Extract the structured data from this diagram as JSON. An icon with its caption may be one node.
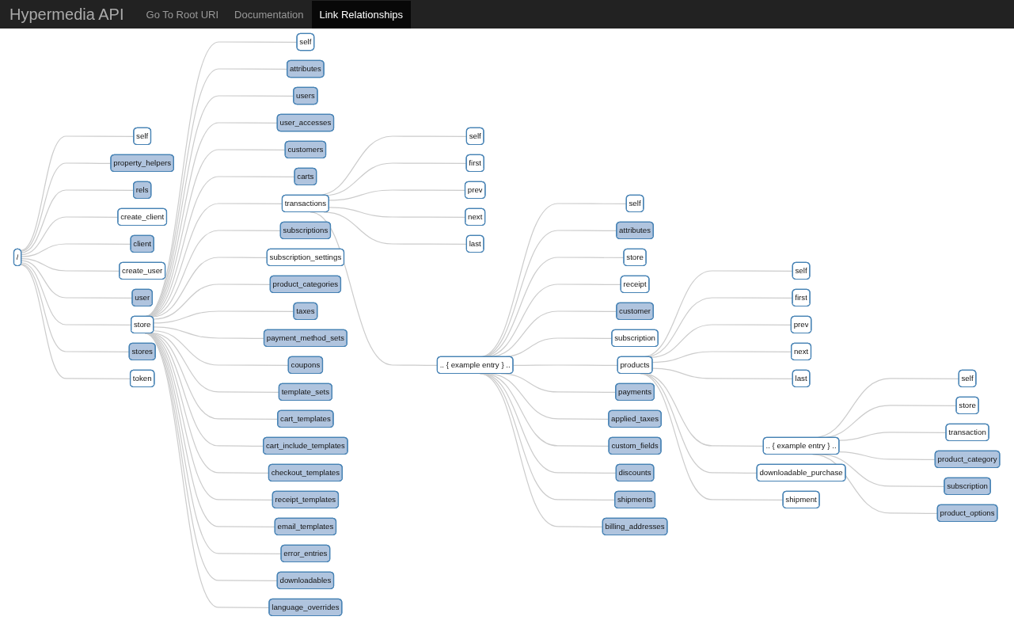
{
  "diagram": {
    "title": "Hypermedia API",
    "nodes": [
      {
        "text": [
          "/"
        ]
      },
      {
        "text": [
          "self"
        ]
      },
      {
        "text": [
          "property_helpers"
        ]
      },
      {
        "text": [
          "rels"
        ]
      },
      {
        "text": [
          "create_client"
        ]
      },
      {
        "text": [
          "client"
        ]
      },
      {
        "text": [
          "create_user"
        ]
      },
      {
        "text": [
          "user"
        ]
      },
      {
        "text": [
          "store"
        ]
      },
      {
        "text": [
          "stores"
        ]
      },
      {
        "text": [
          "token"
        ]
      },
      {
        "text": [
          "self"
        ]
      },
      {
        "text": [
          "attributes"
        ]
      },
      {
        "text": [
          "users"
        ]
      },
      {
        "text": [
          "user_accesses"
        ]
      },
      {
        "text": [
          "customers"
        ]
      },
      {
        "text": [
          "carts"
        ]
      },
      {
        "text": [
          "transactions"
        ]
      },
      {
        "text": [
          "subscriptions"
        ]
      },
      {
        "text": [
          "subscription_settings"
        ]
      },
      {
        "text": [
          "product_categories"
        ]
      },
      {
        "text": [
          "taxes"
        ]
      },
      {
        "text": [
          "payment_method_sets"
        ]
      },
      {
        "text": [
          "coupons"
        ]
      },
      {
        "text": [
          "template_sets"
        ]
      },
      {
        "text": [
          "cart_templates"
        ]
      },
      {
        "text": [
          "cart_include_templates"
        ]
      },
      {
        "text": [
          "checkout_templates"
        ]
      },
      {
        "text": [
          "receipt_templates"
        ]
      },
      {
        "text": [
          "email_templates"
        ]
      },
      {
        "text": [
          "error_entries"
        ]
      },
      {
        "text": [
          "downloadables"
        ]
      },
      {
        "text": [
          "language_overrides"
        ]
      },
      {
        "text": [
          "self"
        ]
      },
      {
        "text": [
          "first"
        ]
      },
      {
        "text": [
          "prev"
        ]
      },
      {
        "text": [
          "next"
        ]
      },
      {
        "text": [
          "last"
        ]
      },
      {
        "text": [
          ".. { example entry } .."
        ]
      },
      {
        "text": [
          "self"
        ]
      },
      {
        "text": [
          "attributes"
        ]
      },
      {
        "text": [
          "store"
        ]
      },
      {
        "text": [
          "receipt"
        ]
      },
      {
        "text": [
          "customer"
        ]
      },
      {
        "text": [
          "subscription"
        ]
      },
      {
        "text": [
          "products"
        ]
      },
      {
        "text": [
          "payments"
        ]
      },
      {
        "text": [
          "applied_taxes"
        ]
      },
      {
        "text": [
          "custom_fields"
        ]
      },
      {
        "text": [
          "discounts"
        ]
      },
      {
        "text": [
          "shipments"
        ]
      },
      {
        "text": [
          "billing_addresses"
        ]
      },
      {
        "text": [
          "self"
        ]
      },
      {
        "text": [
          "first"
        ]
      },
      {
        "text": [
          "prev"
        ]
      },
      {
        "text": [
          "next"
        ]
      },
      {
        "text": [
          "last"
        ]
      },
      {
        "text": [
          ".. { example entry } .."
        ]
      },
      {
        "text": [
          "downloadable_purchase"
        ]
      },
      {
        "text": [
          "shipment"
        ]
      },
      {
        "text": [
          "self"
        ]
      },
      {
        "text": [
          "store"
        ]
      },
      {
        "text": [
          "transaction"
        ]
      },
      {
        "text": [
          "product_category"
        ]
      },
      {
        "text": [
          "subscription"
        ]
      },
      {
        "text": [
          "product_options"
        ]
      }
    ],
    "edges": [
      {
        "from": 0,
        "to": 1,
        "arrow": "none"
      },
      {
        "from": 0,
        "to": 2,
        "arrow": "none"
      },
      {
        "from": 0,
        "to": 3,
        "arrow": "none"
      },
      {
        "from": 0,
        "to": 4,
        "arrow": "none"
      },
      {
        "from": 0,
        "to": 5,
        "arrow": "none"
      },
      {
        "from": 0,
        "to": 6,
        "arrow": "none"
      },
      {
        "from": 0,
        "to": 7,
        "arrow": "none"
      },
      {
        "from": 0,
        "to": 8,
        "arrow": "none"
      },
      {
        "from": 0,
        "to": 9,
        "arrow": "none"
      },
      {
        "from": 0,
        "to": 10,
        "arrow": "none"
      },
      {
        "from": 8,
        "to": 11,
        "arrow": "none"
      },
      {
        "from": 8,
        "to": 12,
        "arrow": "none"
      },
      {
        "from": 8,
        "to": 13,
        "arrow": "none"
      },
      {
        "from": 8,
        "to": 14,
        "arrow": "none"
      },
      {
        "from": 8,
        "to": 15,
        "arrow": "none"
      },
      {
        "from": 8,
        "to": 16,
        "arrow": "none"
      },
      {
        "from": 8,
        "to": 17,
        "arrow": "none"
      },
      {
        "from": 8,
        "to": 18,
        "arrow": "none"
      },
      {
        "from": 8,
        "to": 19,
        "arrow": "none"
      },
      {
        "from": 8,
        "to": 20,
        "arrow": "none"
      },
      {
        "from": 8,
        "to": 21,
        "arrow": "none"
      },
      {
        "from": 8,
        "to": 22,
        "arrow": "none"
      },
      {
        "from": 8,
        "to": 23,
        "arrow": "none"
      },
      {
        "from": 8,
        "to": 24,
        "arrow": "none"
      },
      {
        "from": 8,
        "to": 25,
        "arrow": "none"
      },
      {
        "from": 8,
        "to": 26,
        "arrow": "none"
      },
      {
        "from": 8,
        "to": 27,
        "arrow": "none"
      },
      {
        "from": 8,
        "to": 28,
        "arrow": "none"
      },
      {
        "from": 8,
        "to": 29,
        "arrow": "none"
      },
      {
        "from": 8,
        "to": 30,
        "arrow": "none"
      },
      {
        "from": 8,
        "to": 31,
        "arrow": "none"
      },
      {
        "from": 8,
        "to": 32,
        "arrow": "none"
      },
      {
        "from": 17,
        "to": 33,
        "arrow": "none"
      },
      {
        "from": 17,
        "to": 34,
        "arrow": "none"
      },
      {
        "from": 17,
        "to": 35,
        "arrow": "none"
      },
      {
        "from": 17,
        "to": 36,
        "arrow": "none"
      },
      {
        "from": 17,
        "to": 37,
        "arrow": "none"
      },
      {
        "from": 17,
        "to": 38,
        "arrow": "none"
      },
      {
        "from": 38,
        "to": 39,
        "arrow": "none"
      },
      {
        "from": 38,
        "to": 40,
        "arrow": "none"
      },
      {
        "from": 38,
        "to": 41,
        "arrow": "none"
      },
      {
        "from": 38,
        "to": 42,
        "arrow": "none"
      },
      {
        "from": 38,
        "to": 43,
        "arrow": "none"
      },
      {
        "from": 38,
        "to": 44,
        "arrow": "none"
      },
      {
        "from": 38,
        "to": 45,
        "arrow": "none"
      },
      {
        "from": 38,
        "to": 46,
        "arrow": "none"
      },
      {
        "from": 38,
        "to": 47,
        "arrow": "none"
      },
      {
        "from": 38,
        "to": 48,
        "arrow": "none"
      },
      {
        "from": 38,
        "to": 49,
        "arrow": "none"
      },
      {
        "from": 38,
        "to": 50,
        "arrow": "none"
      },
      {
        "from": 38,
        "to": 51,
        "arrow": "none"
      },
      {
        "from": 45,
        "to": 52,
        "arrow": "none"
      },
      {
        "from": 45,
        "to": 53,
        "arrow": "none"
      },
      {
        "from": 45,
        "to": 54,
        "arrow": "none"
      },
      {
        "from": 45,
        "to": 55,
        "arrow": "none"
      },
      {
        "from": 45,
        "to": 56,
        "arrow": "none"
      },
      {
        "from": 45,
        "to": 57,
        "arrow": "none"
      },
      {
        "from": 45,
        "to": 58,
        "arrow": "none"
      },
      {
        "from": 45,
        "to": 59,
        "arrow": "none"
      },
      {
        "from": 57,
        "to": 60,
        "arrow": "none"
      },
      {
        "from": 57,
        "to": 61,
        "arrow": "none"
      },
      {
        "from": 57,
        "to": 62,
        "arrow": "none"
      },
      {
        "from": 57,
        "to": 63,
        "arrow": "none"
      },
      {
        "from": 57,
        "to": 64,
        "arrow": "none"
      },
      {
        "from": 57,
        "to": 65,
        "arrow": "none"
      }
    ],
    "labels": [
      "Go To Root URI",
      "Documentation",
      "Link Relationships"
    ]
  }
}
